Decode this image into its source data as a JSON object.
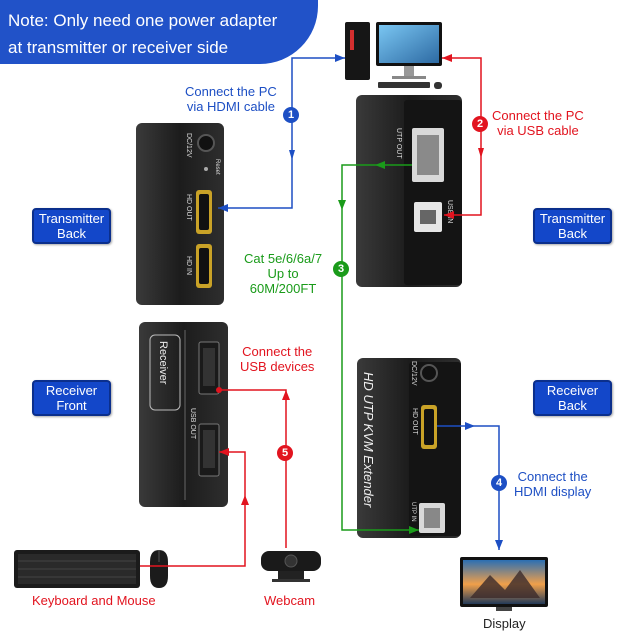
{
  "note": {
    "line1": "Note: Only need one power adapter",
    "line2": "at transmitter or receiver side"
  },
  "badges": {
    "transmitter_back_left": "Transmitter\nBack",
    "transmitter_back_right": "Transmitter\nBack",
    "receiver_front": "Receiver\nFront",
    "receiver_back": "Receiver\nBack"
  },
  "steps": [
    {
      "num": "1",
      "label": "Connect the PC\nvia HDMI cable",
      "color": "#1d4fc4"
    },
    {
      "num": "2",
      "label": "Connect the PC\nvia USB cable",
      "color": "#e2141f"
    },
    {
      "num": "3",
      "label": "Cat 5e/6/6a/7\nUp to\n60M/200FT",
      "color": "#1a9b1a"
    },
    {
      "num": "4",
      "label": "Connect the\nHDMI display",
      "color": "#1d4fc4"
    },
    {
      "num": "5",
      "label": "Connect the\nUSB devices",
      "color": "#e2141f"
    }
  ],
  "device_labels": {
    "keyboard_mouse": "Keyboard and Mouse",
    "webcam": "Webcam",
    "display": "Display"
  },
  "port_labels": {
    "dc12v": "DC/12V",
    "reset": "Reset",
    "hd_out": "HD OUT",
    "hd_in": "HD IN",
    "utp_out": "UTP OUT",
    "usb_in": "USB IN",
    "receiver": "Receiver",
    "usb_out": "USB OUT",
    "utp_in": "UTP IN",
    "product_name": "HD UTP KVM Extender"
  }
}
